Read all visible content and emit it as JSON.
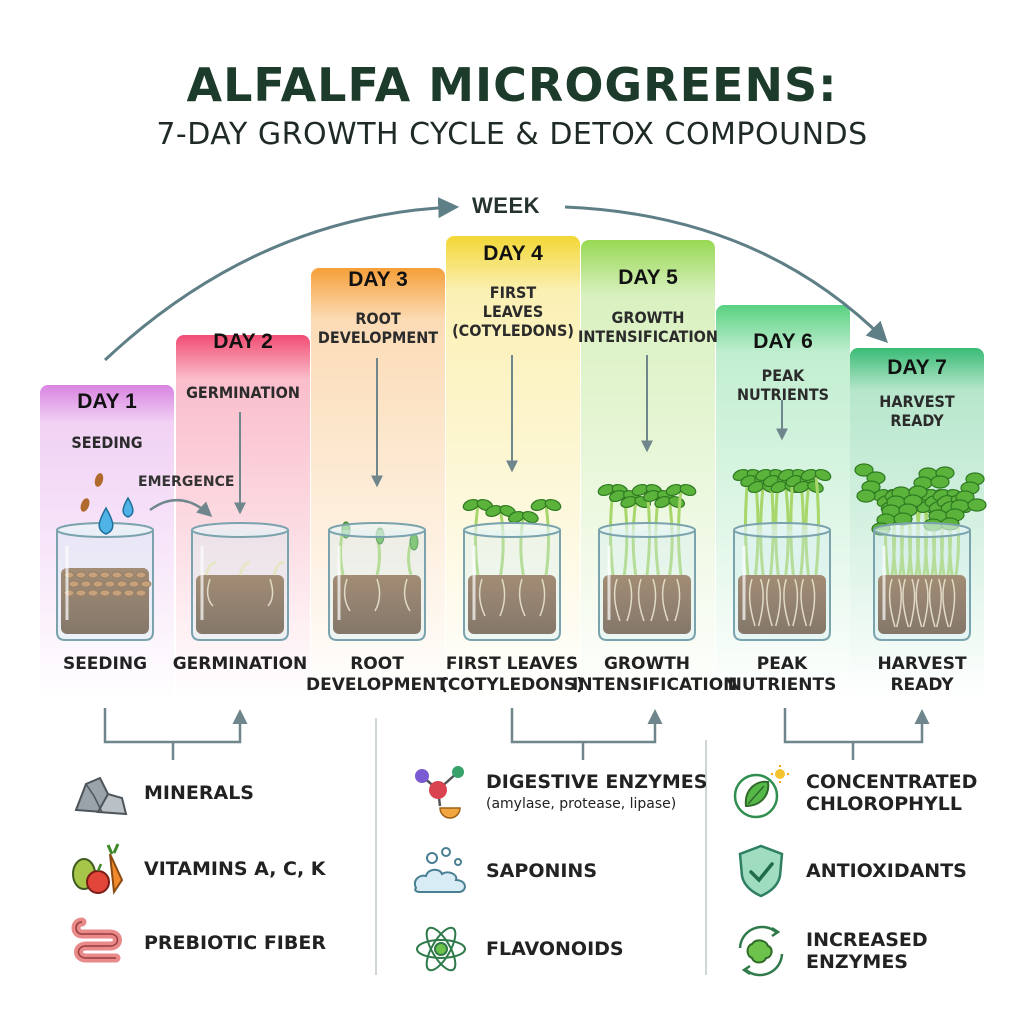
{
  "header": {
    "title": "ALFALFA MICROGREENS:",
    "subtitle": "7-DAY GROWTH CYCLE & DETOX COMPOUNDS"
  },
  "timeline": {
    "week_label": "WEEK",
    "emergence_label": "EMERGENCE",
    "days": [
      {
        "day": "DAY 1",
        "stage": "SEEDING",
        "jar_label": "SEEDING",
        "color": "#d77de0"
      },
      {
        "day": "DAY 2",
        "stage": "GERMINATION",
        "jar_label": "GERMINATION",
        "color": "#f0436b"
      },
      {
        "day": "DAY 3",
        "stage": "ROOT\nDEVELOPMENT",
        "jar_label": "ROOT\nDEVELOPMENT",
        "color": "#f59a2e"
      },
      {
        "day": "DAY 4",
        "stage": "FIRST\nLEAVES\n(COTYLEDONS)",
        "jar_label": "FIRST LEAVES\n(COTYLEDONS)",
        "color": "#f2d52b"
      },
      {
        "day": "DAY 5",
        "stage": "GROWTH\nINTENSIFICATION",
        "jar_label": "GROWTH\nINTENSIFICATION",
        "color": "#92d64a"
      },
      {
        "day": "DAY 6",
        "stage": "PEAK\nNUTRIENTS",
        "jar_label": "PEAK\nNUTRIENTS",
        "color": "#4fcf7a"
      },
      {
        "day": "DAY 7",
        "stage": "HARVEST\nREADY",
        "jar_label": "HARVEST\nREADY",
        "color": "#2fb86d"
      }
    ]
  },
  "benefits": {
    "early": [
      {
        "label": "MINERALS",
        "icon": "rocks-icon"
      },
      {
        "label": "VITAMINS A, C, K",
        "icon": "fruit-veg-icon"
      },
      {
        "label": "PREBIOTIC FIBER",
        "icon": "intestine-icon"
      }
    ],
    "middle": [
      {
        "label": "DIGESTIVE ENZYMES",
        "sublabel": "(amylase, protease, lipase)",
        "icon": "molecule-icon"
      },
      {
        "label": "SAPONINS",
        "icon": "bubbles-icon"
      },
      {
        "label": "FLAVONOIDS",
        "icon": "atom-icon"
      }
    ],
    "late": [
      {
        "label": "CONCENTRATED\nCHLOROPHYLL",
        "icon": "leaf-sun-icon"
      },
      {
        "label": "ANTIOXIDANTS",
        "icon": "shield-leaf-icon"
      },
      {
        "label": "INCREASED\nENZYMES",
        "icon": "enzyme-cycle-icon"
      }
    ]
  }
}
